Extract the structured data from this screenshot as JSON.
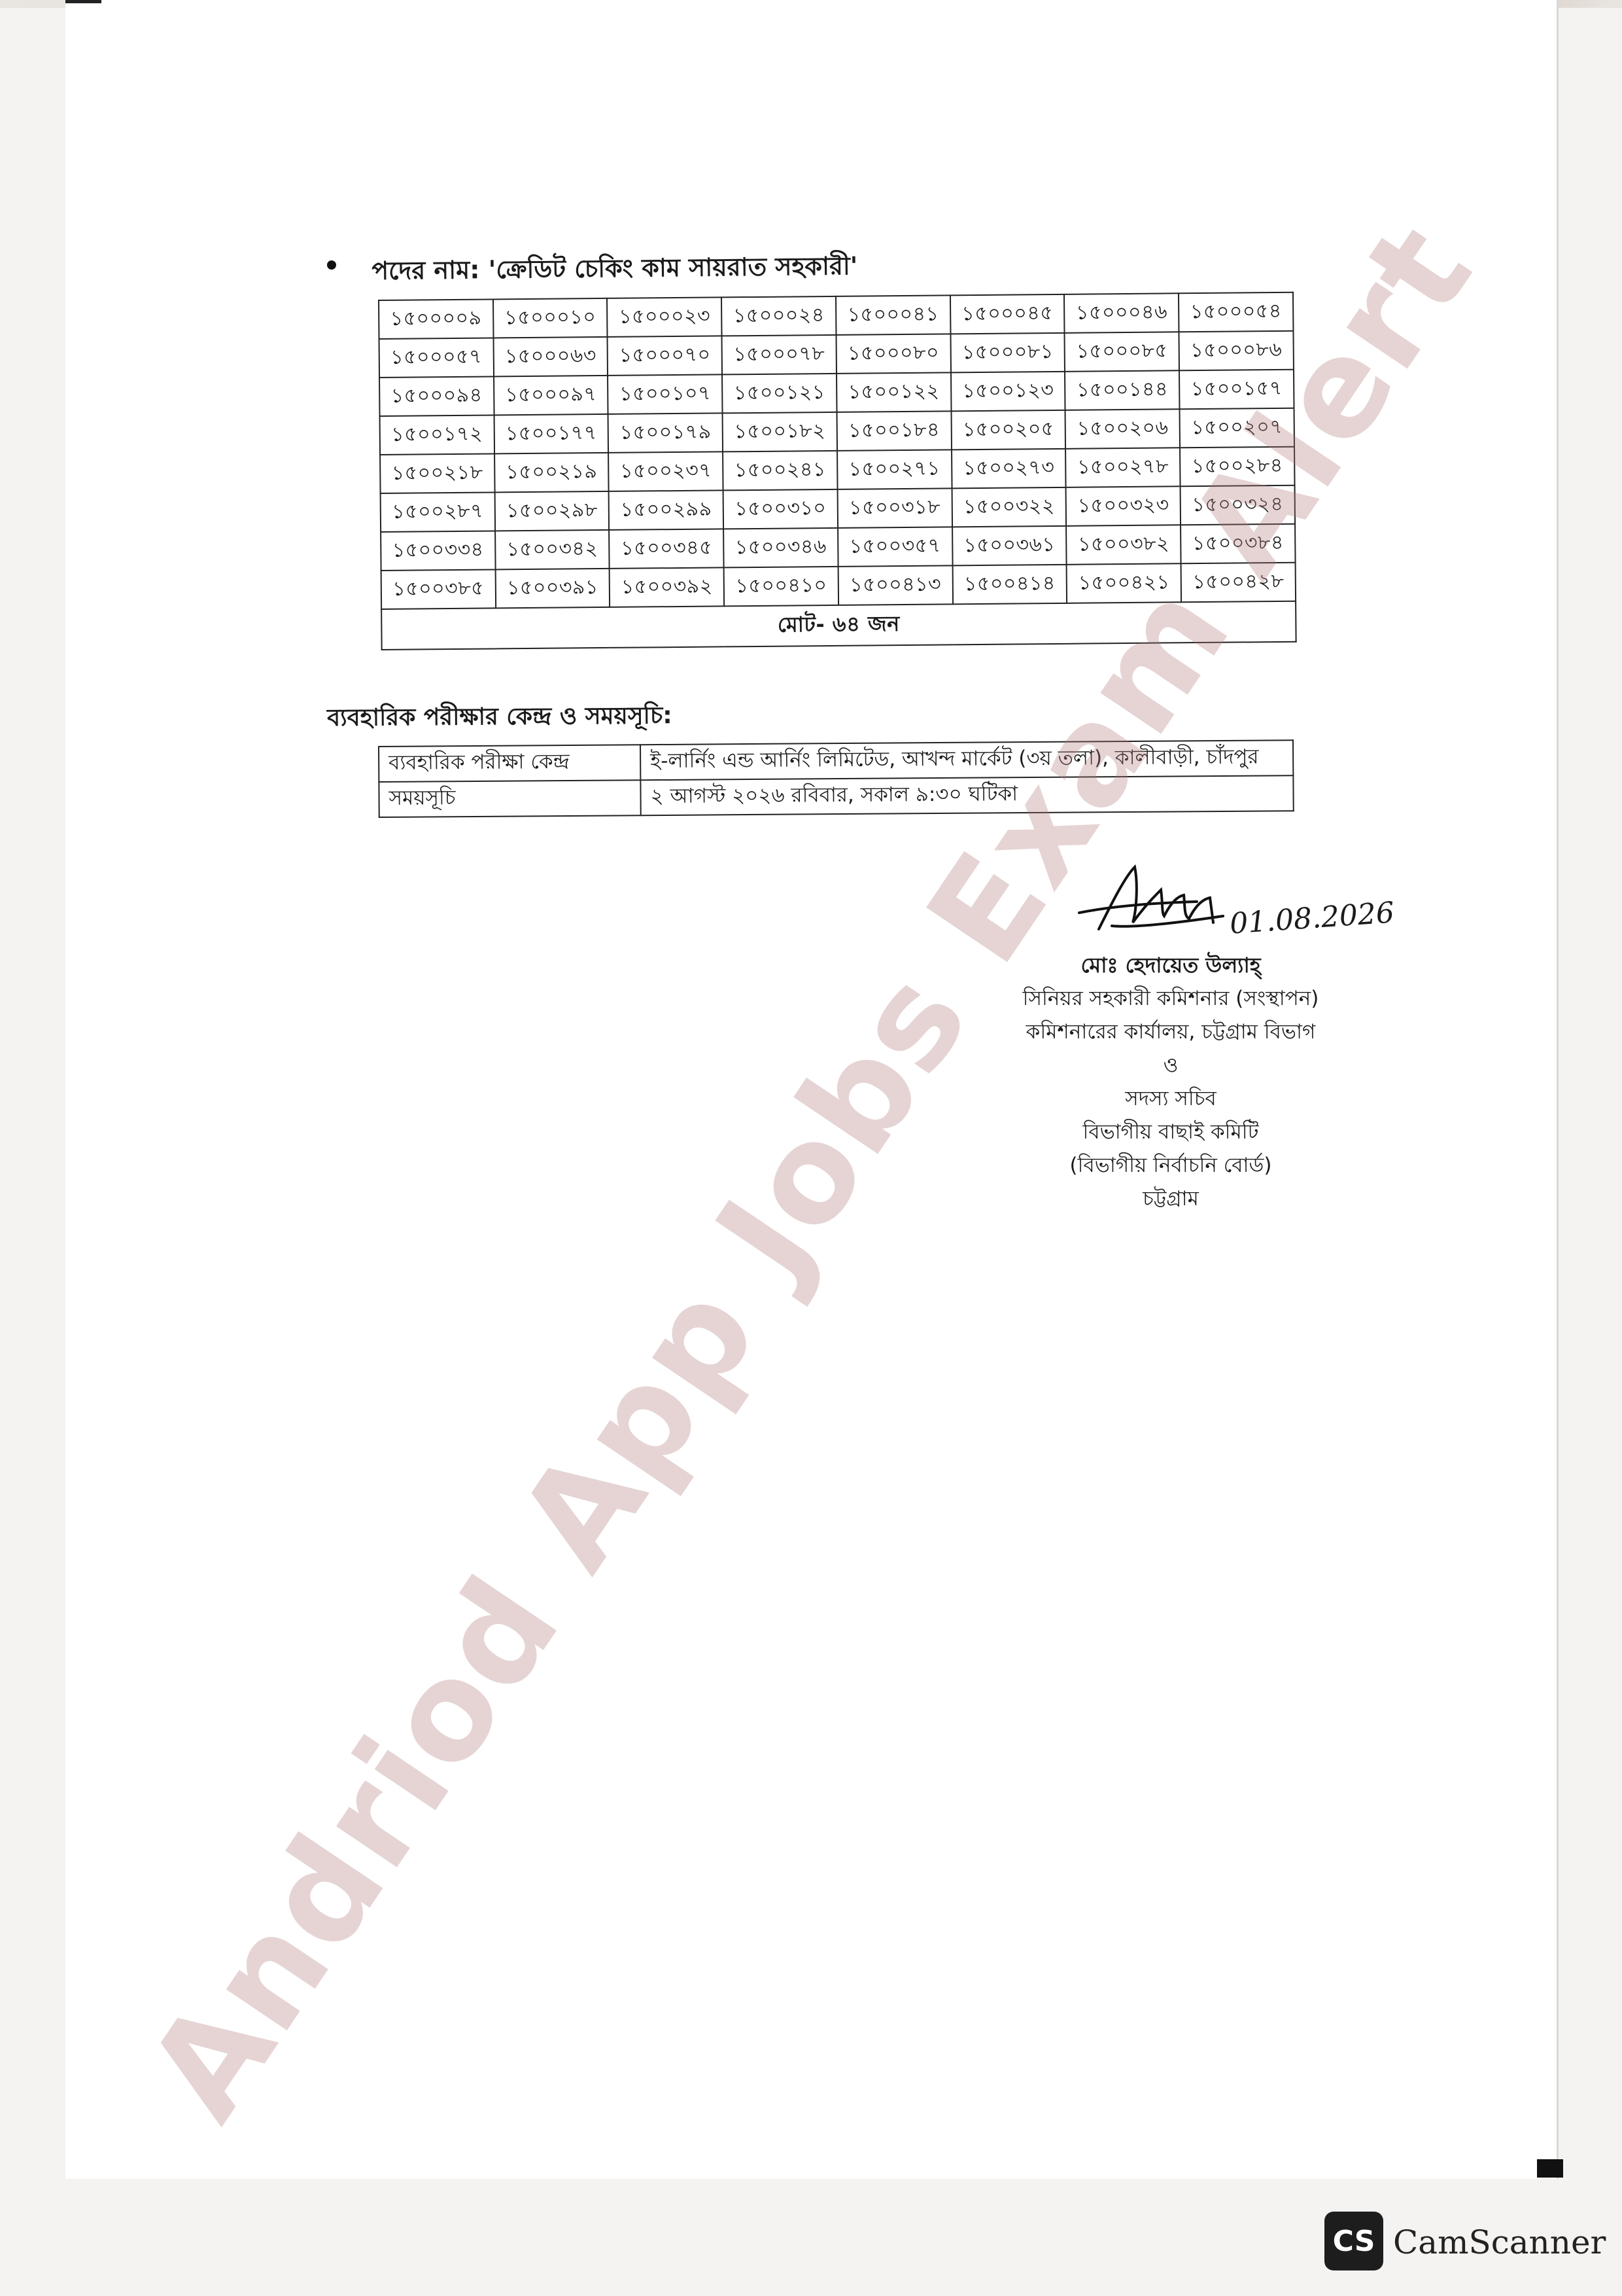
{
  "post_heading": "পদের নাম: 'ক্রেডিট চেকিং কাম সায়রাত সহকারী'",
  "roll_rows": [
    [
      "১৫০০০০৯",
      "১৫০০০১০",
      "১৫০০০২৩",
      "১৫০০০২৪",
      "১৫০০০৪১",
      "১৫০০০৪৫",
      "১৫০০০৪৬",
      "১৫০০০৫৪"
    ],
    [
      "১৫০০০৫৭",
      "১৫০০০৬৩",
      "১৫০০০৭০",
      "১৫০০০৭৮",
      "১৫০০০৮০",
      "১৫০০০৮১",
      "১৫০০০৮৫",
      "১৫০০০৮৬"
    ],
    [
      "১৫০০০৯৪",
      "১৫০০০৯৭",
      "১৫০০১০৭",
      "১৫০০১২১",
      "১৫০০১২২",
      "১৫০০১২৩",
      "১৫০০১৪৪",
      "১৫০০১৫৭"
    ],
    [
      "১৫০০১৭২",
      "১৫০০১৭৭",
      "১৫০০১৭৯",
      "১৫০০১৮২",
      "১৫০০১৮৪",
      "১৫০০২০৫",
      "১৫০০২০৬",
      "১৫০০২০৭"
    ],
    [
      "১৫০০২১৮",
      "১৫০০২১৯",
      "১৫০০২৩৭",
      "১৫০০২৪১",
      "১৫০০২৭১",
      "১৫০০২৭৩",
      "১৫০০২৭৮",
      "১৫০০২৮৪"
    ],
    [
      "১৫০০২৮৭",
      "১৫০০২৯৮",
      "১৫০০২৯৯",
      "১৫০০৩১০",
      "১৫০০৩১৮",
      "১৫০০৩২২",
      "১৫০০৩২৩",
      "১৫০০৩২৪"
    ],
    [
      "১৫০০৩৩৪",
      "১৫০০৩৪২",
      "১৫০০৩৪৫",
      "১৫০০৩৪৬",
      "১৫০০৩৫৭",
      "১৫০০৩৬১",
      "১৫০০৩৮২",
      "১৫০০৩৮৪"
    ],
    [
      "১৫০০৩৮৫",
      "১৫০০৩৯১",
      "১৫০০৩৯২",
      "১৫০০৪১০",
      "১৫০০৪১৩",
      "১৫০০৪১৪",
      "১৫০০৪২১",
      "১৫০০৪২৮"
    ]
  ],
  "total": "মোট- ৬৪ জন",
  "exam_section_title": "ব্যবহারিক পরীক্ষার কেন্দ্র ও সময়সূচি:",
  "exam_info": [
    {
      "label": "ব্যবহারিক পরীক্ষা কেন্দ্র",
      "value": "ই-লার্নিং এন্ড আর্নিং লিমিটেড, আখন্দ মার্কেট (৩য় তলা), কালীবাড়ী, চাঁদপুর"
    },
    {
      "label": "সময়সূচি",
      "value": "২ আগস্ট ২০২৬ রবিবার, সকাল ৯:৩০ ঘটিকা"
    }
  ],
  "signature_date": "01.08.2026",
  "signer": {
    "name": "মোঃ হেদায়েত উল্যাহ্",
    "designation": "সিনিয়র সহকারী কমিশনার (সংস্থাপন)",
    "office": "কমিশনারের কার্যালয়, চট্টগ্রাম বিভাগ",
    "conj": "ও",
    "role": "সদস্য সচিব",
    "committee": "বিভাগীয় বাছাই কমিটি",
    "board": "(বিভাগীয় নির্বাচনি বোর্ড)",
    "city": "চট্টগ্রাম"
  },
  "watermark": "Andriod App Jobs Exam Alert",
  "scanner": {
    "logo": "CS",
    "name": "CamScanner"
  }
}
